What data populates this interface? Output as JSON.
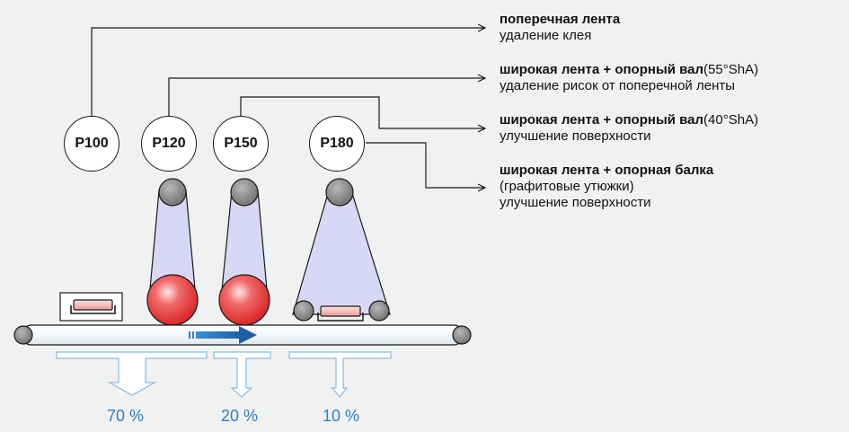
{
  "colors": {
    "background": "#f0f1f1",
    "band_fill": "#d8d8f6",
    "roller_red": "#e53535",
    "pulley_gray": "#8d8d8d",
    "arrow_blue": "#2f7ec0",
    "line": "#1a1a1a"
  },
  "grits": [
    {
      "label": "P100"
    },
    {
      "label": "P120"
    },
    {
      "label": "P150"
    },
    {
      "label": "P180"
    }
  ],
  "labels": [
    {
      "bold": "поперечная лента",
      "normal": "",
      "lines": [
        "удаление клея"
      ]
    },
    {
      "bold": "широкая лента + опорный вал",
      "normal": "(55°ShA)",
      "lines": [
        "удаление рисок от поперечной ленты"
      ]
    },
    {
      "bold": "широкая лента + опорный вал",
      "normal": "(40°ShA)",
      "lines": [
        "улучшение поверхности"
      ]
    },
    {
      "bold": "широкая лента + опорная балка",
      "normal": "",
      "lines": [
        "(графитовые утюжки)",
        "улучшение поверхности"
      ]
    }
  ],
  "removal": [
    {
      "value": "70 %"
    },
    {
      "value": "20 %"
    },
    {
      "value": "10 %"
    }
  ]
}
